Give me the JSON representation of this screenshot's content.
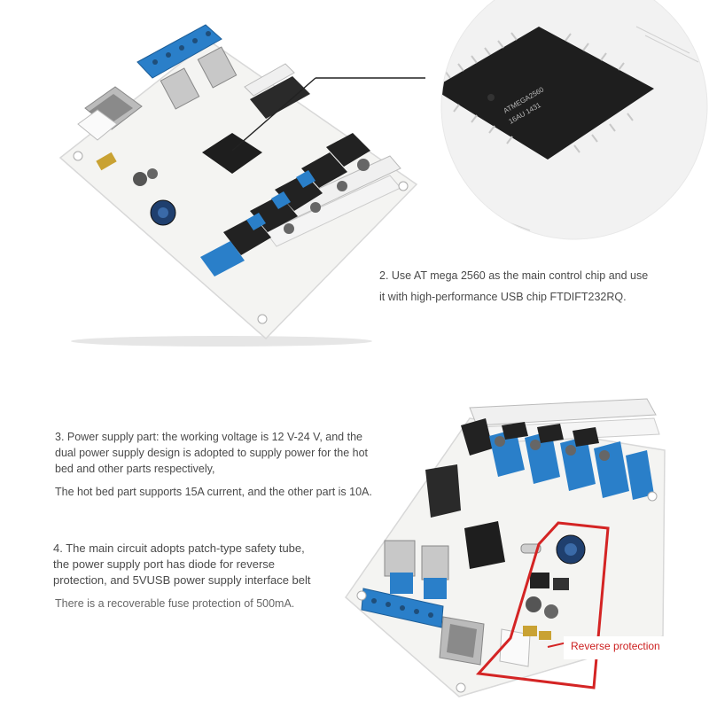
{
  "top_section": {
    "chip_marking_1": "ATMEGA2560",
    "chip_marking_2": "16AU 1431",
    "caption_line1": "2. Use AT mega 2560 as the main control chip and use",
    "caption_line2": "it with high-performance USB chip FTDIFT232RQ."
  },
  "bottom_section": {
    "power_paragraph_line1": "3. Power supply part: the working voltage is 12 V-24 V, and the",
    "power_paragraph_line2": "dual power supply design is adopted to supply power for the hot",
    "power_paragraph_line3": "bed and other parts respectively,",
    "hotbed_note": "The hot bed part supports 15A current, and the other part is 10A.",
    "circuit_line1": "4. The main circuit adopts patch-type safety tube,",
    "circuit_line2": "the power supply port has diode for reverse",
    "circuit_line3": "protection, and 5VUSB power supply interface belt",
    "fuse_note": "There is a recoverable fuse protection of 500mA.",
    "callout_label": "Reverse protection"
  },
  "colors": {
    "pcb_white": "#f4f4f2",
    "driver_blue": "#2a7fc9",
    "callout_red": "#d42424",
    "chip_black": "#1e1e1e"
  }
}
